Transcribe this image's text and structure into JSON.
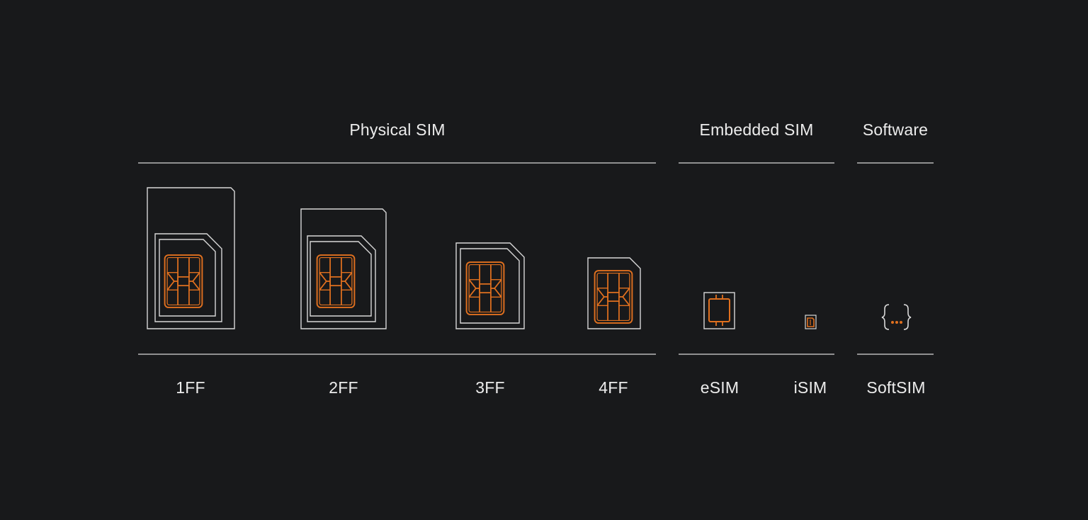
{
  "groups": {
    "physical": "Physical SIM",
    "embedded": "Embedded SIM",
    "software": "Software"
  },
  "items": {
    "ff1": "1FF",
    "ff2": "2FF",
    "ff3": "3FF",
    "ff4": "4FF",
    "esim": "eSIM",
    "isim": "iSIM",
    "softsim": "SoftSIM"
  },
  "colors": {
    "background": "#18191b",
    "outline": "#d8d8d8",
    "chip": "#e0701f",
    "text": "#ececec"
  },
  "icons": {
    "softsim": "curly-braces-dots-icon"
  }
}
